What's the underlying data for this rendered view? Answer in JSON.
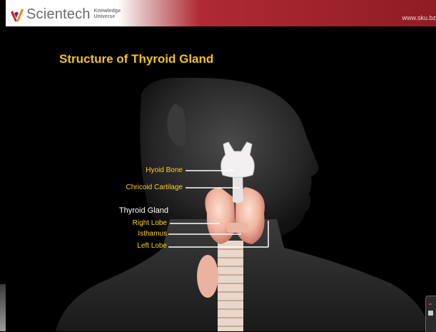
{
  "header": {
    "brand_name": "Scientech",
    "tagline_line1": "Knowledge",
    "tagline_line2": "Universe",
    "url": "www.sku.bz"
  },
  "slide": {
    "title": "Structure of Thyroid Gland",
    "labels": {
      "hyoid_bone": "Hyoid Bone",
      "chricoid_cartilage": "Chricoid Cartilage",
      "thyroid_gland": "Thyroid Gland",
      "right_lobe": "Right Lobe",
      "isthamus": "Isthamus",
      "left_lobe": "Left Lobe"
    }
  },
  "colors": {
    "title": "#f0c419",
    "label": "#ffd21e",
    "header_red": "#a3232b"
  }
}
